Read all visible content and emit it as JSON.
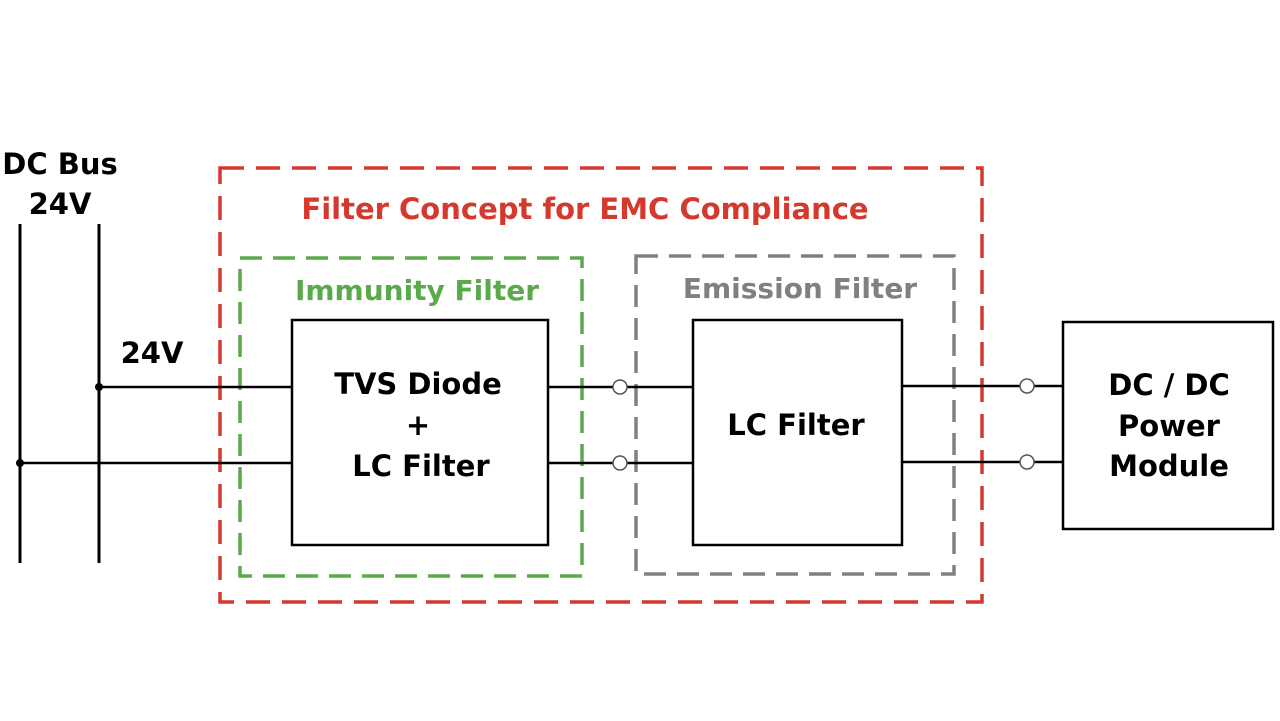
{
  "bus": {
    "title_line1": "DC Bus",
    "title_line2": "24V",
    "tap_label": "24V"
  },
  "outer_group": {
    "title": "Filter Concept for EMC Compliance",
    "color": "#d5392d"
  },
  "immunity_group": {
    "title": "Immunity Filter",
    "color": "#5aaa4c"
  },
  "emission_group": {
    "title": "Emission Filter",
    "color": "#808080"
  },
  "blocks": {
    "tvs": {
      "line1": "TVS Diode",
      "line2": "+",
      "line3": "LC Filter"
    },
    "lc": {
      "line1": "LC Filter"
    },
    "dcdc": {
      "line1": "DC / DC",
      "line2": "Power",
      "line3": "Module"
    }
  }
}
